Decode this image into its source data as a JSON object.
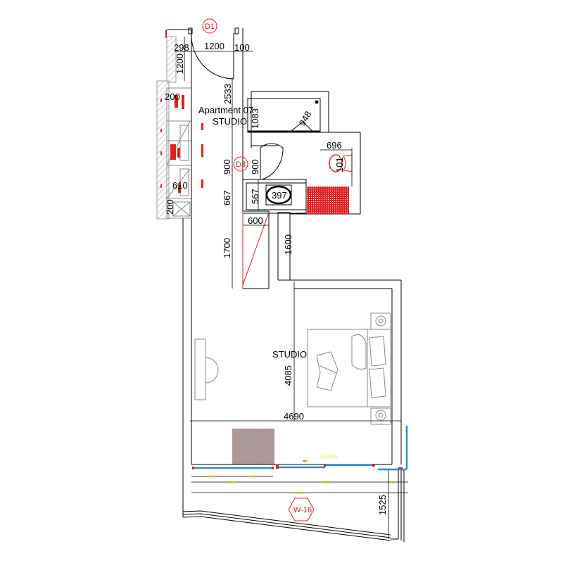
{
  "title": "Apartment 07",
  "subtitle": "STUDIO",
  "room_label": "STUDIO",
  "tags": {
    "door_entry": "D1",
    "door_bath": "D3",
    "window": "W-16"
  },
  "window_note": "SLIDING",
  "dimensions": {
    "d298": "298",
    "d1200h": "1200",
    "d100": "100",
    "d1200v": "1200",
    "d2533": "2533",
    "d200a": "200",
    "d610": "610",
    "d200b": "200",
    "d1083": "1083",
    "d948": "948",
    "d696": "696",
    "d101": "101",
    "d900a": "900",
    "d900b": "900",
    "d667": "667",
    "d567": "567",
    "d397": "397",
    "d600": "600",
    "d1700": "1700",
    "d1600": "1600",
    "d4085": "4085",
    "d4690": "4690",
    "d1525": "1525"
  },
  "window_dimensions": [
    "953",
    "953",
    "1905",
    "2450",
    "700",
    "5055"
  ],
  "colors": {
    "wall": "#000000",
    "accent_red": "#e02020",
    "window_blue": "#2a8fc8",
    "rug": "#a89a9a",
    "note_yellow": "#e6e600",
    "furniture_grey": "#8a8a8a"
  }
}
